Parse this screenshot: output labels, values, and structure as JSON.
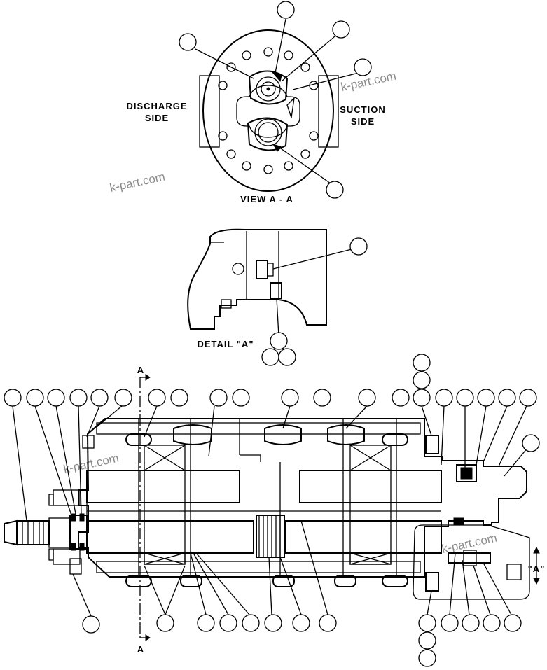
{
  "view_aa": {
    "discharge_line1": "DISCHARGE",
    "discharge_line2": "SIDE",
    "suction_line1": "SUCTION",
    "suction_line2": "SIDE",
    "caption": "VIEW A - A"
  },
  "detail_a": {
    "caption": "DETAIL \"A\""
  },
  "section": {
    "cut_top": "A",
    "cut_bottom": "A",
    "side_view_ref": "\"A\""
  },
  "watermark": "k-part.com"
}
